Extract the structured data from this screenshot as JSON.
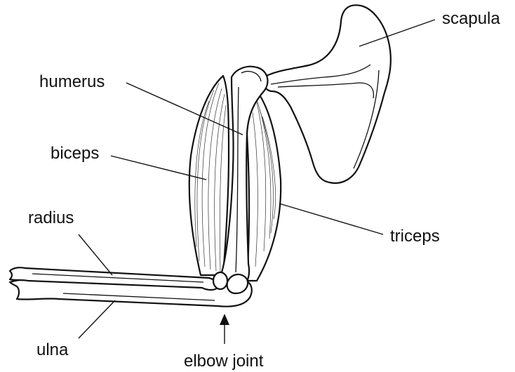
{
  "labels": {
    "scapula": "scapula",
    "humerus": "humerus",
    "biceps": "biceps",
    "radius": "radius",
    "triceps": "triceps",
    "ulna": "ulna",
    "elbow_joint": "elbow joint"
  },
  "colors": {
    "ink": "#111111",
    "background": "#ffffff"
  }
}
